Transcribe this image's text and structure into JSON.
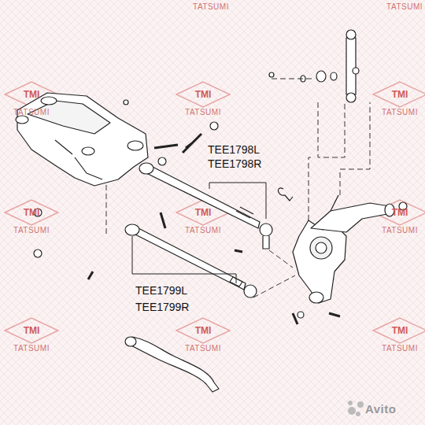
{
  "diagram": {
    "labels": [
      "TATSUMI",
      "TATSUMI",
      "TMI",
      "TATSUMI",
      "TMI",
      "TATSUMI",
      "TMI",
      "TATSUMI",
      "TMI",
      "TATSUMI",
      "TMI",
      "TATSUMI",
      "TMI",
      "TATSUMI",
      "TMI",
      "TATSUMI",
      "TMI",
      "TATSUMI",
      "TMI",
      "TATSUMI",
      "TEE1798L",
      "TEE1798R",
      "TEE1799L",
      "TEE1799R",
      "Avito"
    ]
  }
}
